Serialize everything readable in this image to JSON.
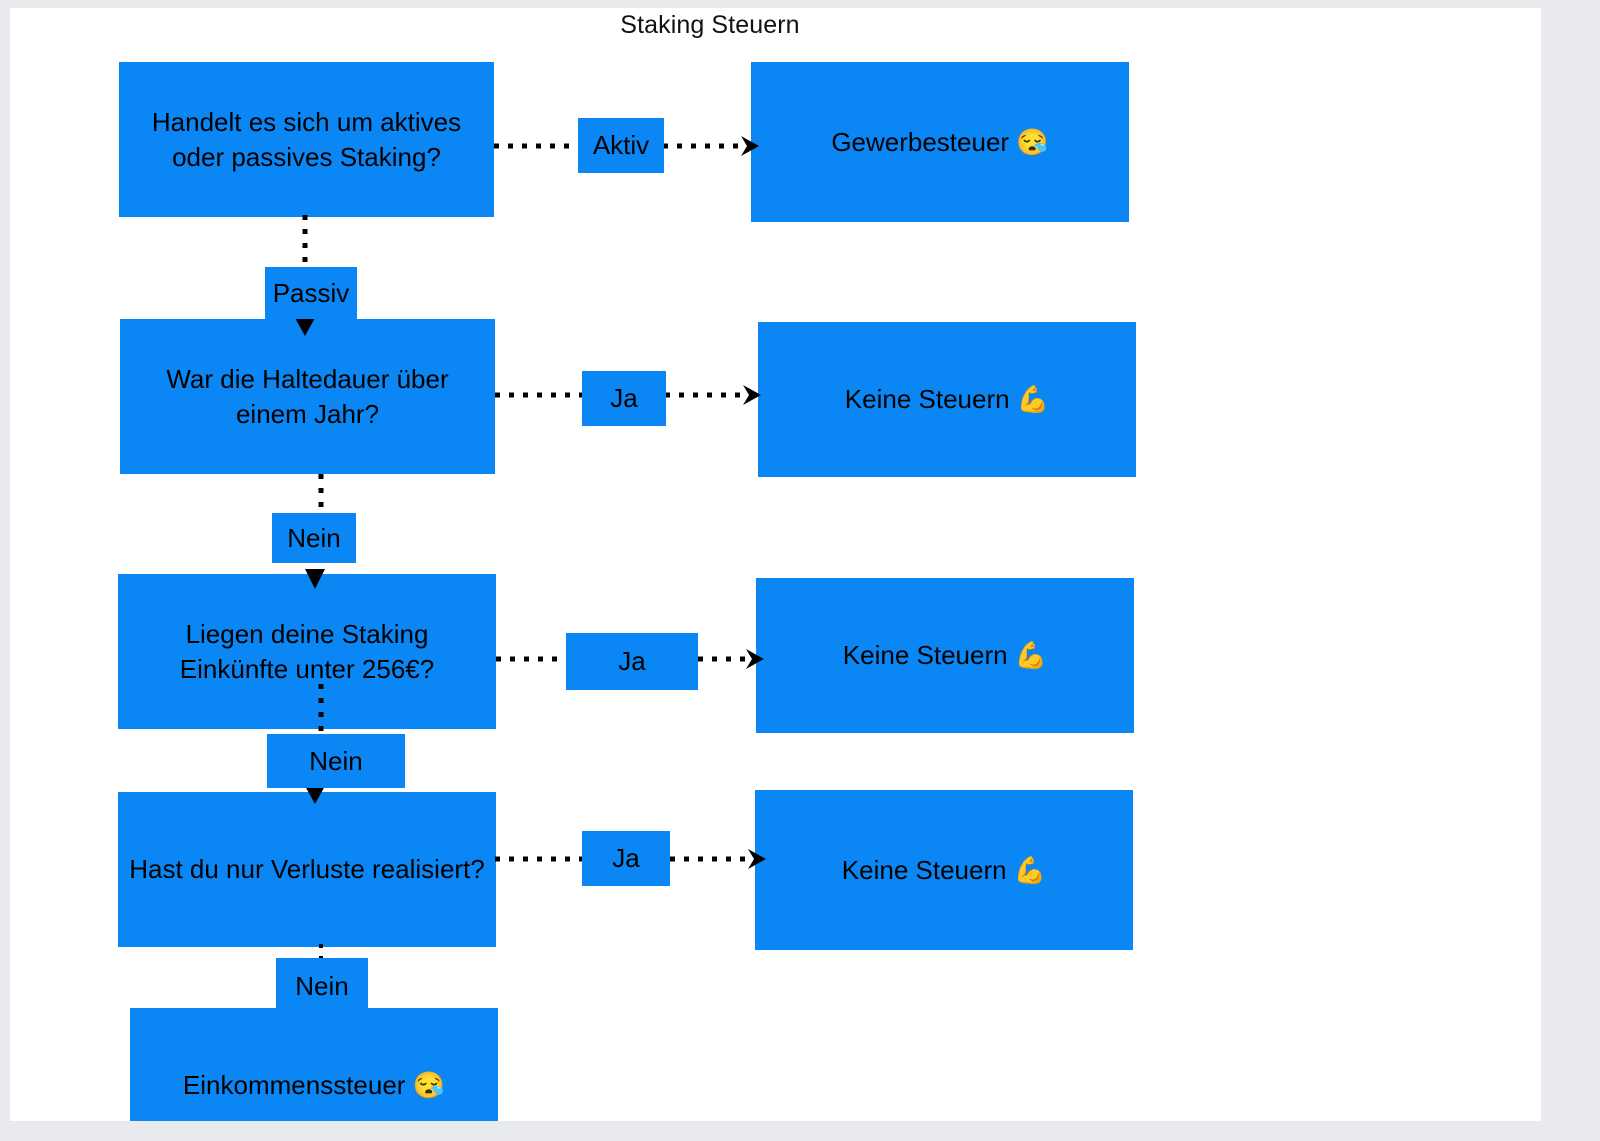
{
  "title": "Staking Steuern",
  "colors": {
    "node_fill": "#0a87f5",
    "node_text": "#000000",
    "canvas": "#ffffff",
    "page_background": "#e9eaee",
    "connector": "#000000"
  },
  "nodes": {
    "q1": "Handelt es sich um aktives oder passives Staking?",
    "r1": "Gewerbesteuer 😪",
    "q2": "War die Haltedauer über einem Jahr?",
    "r2": "Keine Steuern 💪",
    "q3": "Liegen deine Staking Einkünfte unter 256€?",
    "r3": "Keine Steuern 💪",
    "q4": "Hast du nur Verluste realisiert?",
    "r4": "Keine Steuern 💪",
    "r5": "Einkommenssteuer 😪"
  },
  "edges": {
    "aktiv": "Aktiv",
    "passiv": "Passiv",
    "ja1": "Ja",
    "nein1": "Nein",
    "ja2": "Ja",
    "nein2": "Nein",
    "ja3": "Ja",
    "nein3": "Nein"
  }
}
